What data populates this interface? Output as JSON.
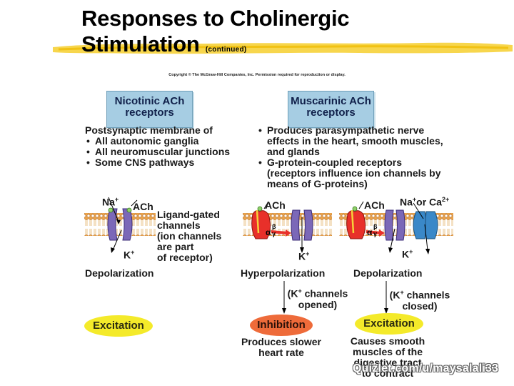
{
  "title": {
    "line1": "Responses to Cholinergic",
    "line2": "Stimulation",
    "suffix": "(continued)"
  },
  "copyright": "Copyright © The McGraw-Hill Companies, Inc. Permission required for reproduction or display.",
  "nicotinic": {
    "header_line1": "Nicotinic ACh",
    "header_line2": "receptors",
    "location_title": "Postsynaptic membrane of",
    "locations": [
      "All autonomic ganglia",
      "All neuromuscular junctions",
      "Some CNS pathways"
    ],
    "na_label": "Na",
    "na_sup": "+",
    "ach_label": "ACh",
    "k_label": "K",
    "k_sup": "+",
    "channel_desc": [
      "Ligand-gated",
      "channels",
      "(ion channels",
      "are part",
      "of receptor)"
    ],
    "effect": "Depolarization",
    "result": "Excitation"
  },
  "muscarinic": {
    "header_line1": "Muscarinic ACh",
    "header_line2": "receptors",
    "points": [
      [
        "Produces parasympathetic nerve",
        "effects in the heart, smooth muscles,",
        "and glands"
      ],
      [
        "G-protein-coupled receptors",
        "(receptors influence ion channels by",
        "means of G-proteins)"
      ]
    ],
    "left": {
      "ach_label": "ACh",
      "alpha": "α",
      "beta": "β",
      "gamma": "γ",
      "k_label": "K",
      "k_sup": "+",
      "effect": "Hyperpolarization",
      "channel_note_a": "(K",
      "channel_note_sup": "+",
      "channel_note_b": " channels",
      "channel_note_2": "opened)",
      "result": "Inhibition",
      "outcome": [
        "Produces slower",
        "heart rate"
      ]
    },
    "right": {
      "ach_label": "ACh",
      "ion_label_a": "Na",
      "ion_sup_a": "+",
      "ion_label_b": "or Ca",
      "ion_sup_b": "2+",
      "alpha": "α",
      "beta": "β",
      "gamma": "γ",
      "k_label": "K",
      "k_sup": "+",
      "effect": "Depolarization",
      "channel_note_a": "(K",
      "channel_note_sup": "+",
      "channel_note_b": " channels",
      "channel_note_2": "closed)",
      "result": "Excitation",
      "outcome": [
        "Causes smooth",
        "muscles of the",
        "digestive tract",
        "to contract"
      ]
    }
  },
  "watermark": "Quizlet.com/u/maysalali33",
  "colors": {
    "receptor_box": "#a6cde3",
    "excitation": "#f4ea2a",
    "inhibition": "#ee6b3a",
    "channel": "#7b68b8",
    "gprotein": "#e8302a",
    "membrane": "#e9a24a"
  }
}
